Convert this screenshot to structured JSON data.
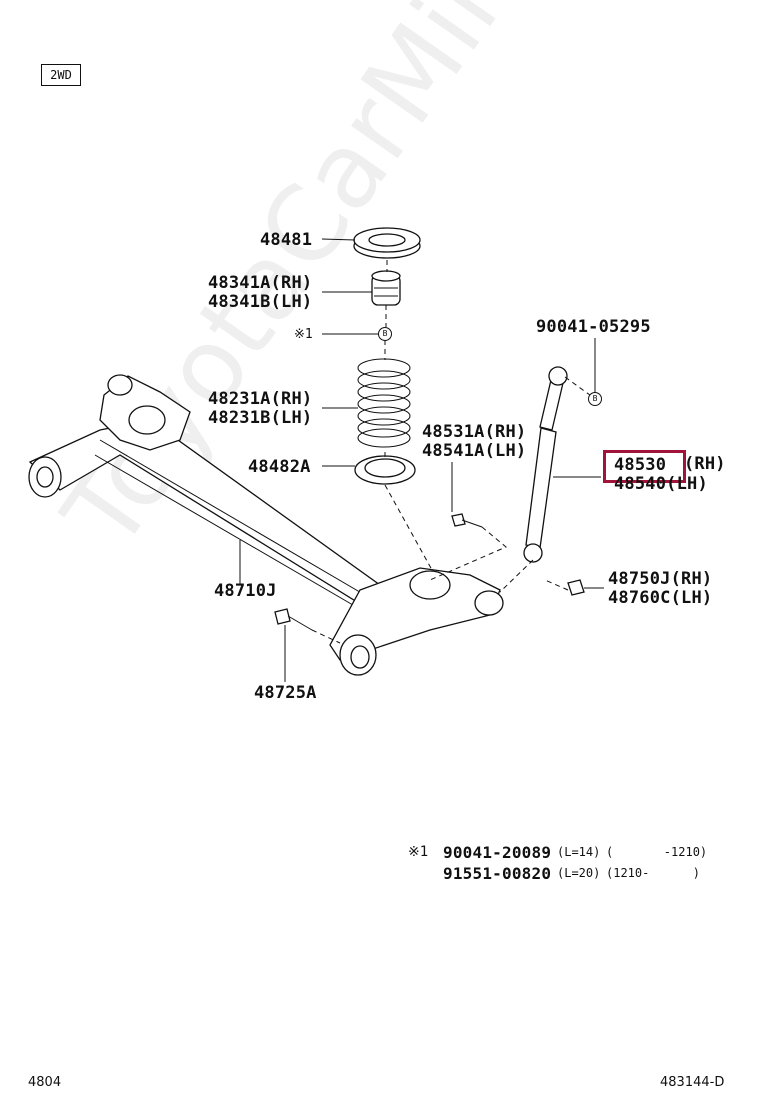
{
  "variant_tag": "2WD",
  "watermark": "ToyotaCarMine.ru",
  "parts": {
    "p48481": "48481",
    "p48341": [
      "48341A(RH)",
      "48341B(LH)"
    ],
    "note_ref": "※1",
    "bolt_b": "B",
    "p90041_05295": "90041-05295",
    "p48231": [
      "48231A(RH)",
      "48231B(LH)"
    ],
    "p48531_541": [
      "48531A(RH)",
      "48541A(LH)"
    ],
    "p48482": "48482A",
    "p48530": "48530",
    "p48530_suffix": "(RH)",
    "p48540": "48540(LH)",
    "p48710": "48710J",
    "p48750_760": [
      "48750J(RH)",
      "48760C(LH)"
    ],
    "p48725": "48725A"
  },
  "notes": {
    "mark": "※1",
    "row1": {
      "part": "90041-20089",
      "size": "(L=14)",
      "range": "(       -1210)"
    },
    "row2": {
      "part": "91551-00820",
      "size": "(L=20)",
      "range": "(1210-      )"
    }
  },
  "footer": {
    "left": "4804",
    "right": "483144-D"
  },
  "highlight_color": "#a0143a"
}
